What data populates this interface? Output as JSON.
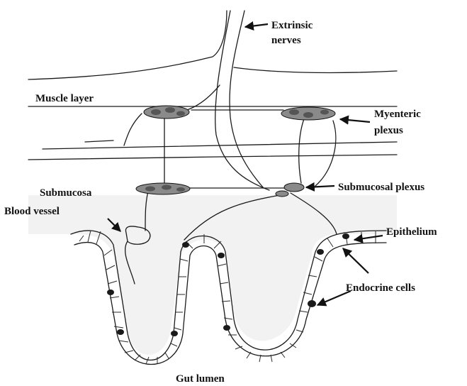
{
  "labels": {
    "extrinsic_nerves_line1": "Extrinsic",
    "extrinsic_nerves_line2": "nerves",
    "muscle_layer": "Muscle layer",
    "myenteric_plexus_line1": "Myenteric",
    "myenteric_plexus_line2": "plexus",
    "submucosa": "Submucosa",
    "blood_vessel": "Blood vessel",
    "submucosal_plexus": "Submucosal plexus",
    "epithelium": "Epithelium",
    "endocrine_cells": "Endocrine cells",
    "gut_lumen": "Gut lumen"
  }
}
